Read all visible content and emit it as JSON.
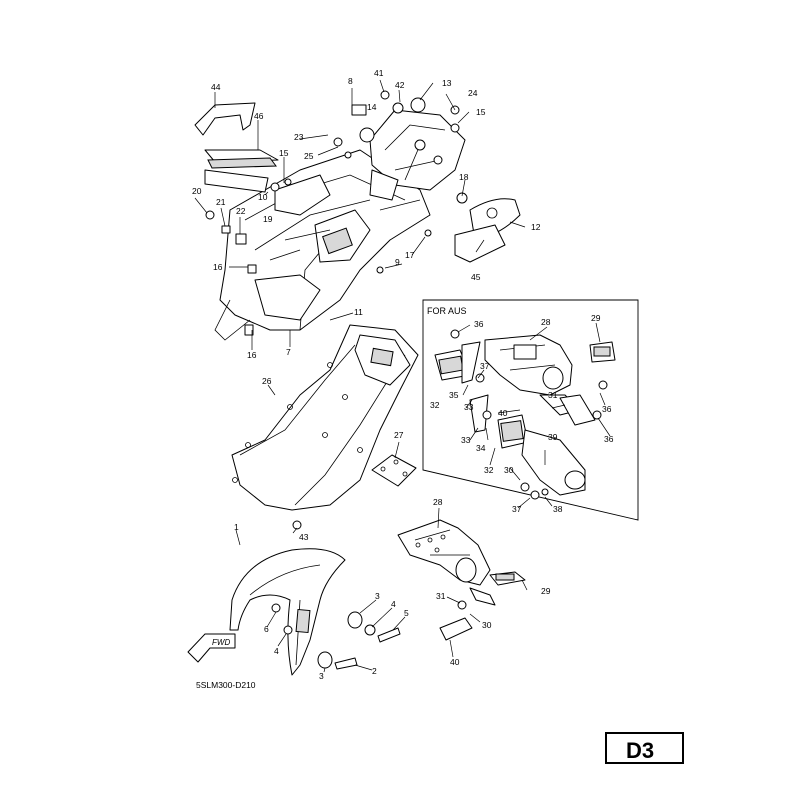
{
  "diagram": {
    "part_code": "5SLM300-D210",
    "page_label": "D3",
    "inset_title": "FOR AUS",
    "arrow_label": "FWD"
  },
  "callouts": {
    "c1": "1",
    "c2": "2",
    "c3a": "3",
    "c3b": "3",
    "c4a": "4",
    "c4b": "4",
    "c5": "5",
    "c6": "6",
    "c7": "7",
    "c8": "8",
    "c9": "9",
    "c10": "10",
    "c11": "11",
    "c12": "12",
    "c13": "13",
    "c14": "14",
    "c15a": "15",
    "c15b": "15",
    "c16a": "16",
    "c16b": "16",
    "c17": "17",
    "c18": "18",
    "c19": "19",
    "c20": "20",
    "c21": "21",
    "c22": "22",
    "c23": "23",
    "c24": "24",
    "c25": "25",
    "c26": "26",
    "c27": "27",
    "c28a": "28",
    "c28b": "28",
    "c29a": "29",
    "c29b": "29",
    "c30a": "30",
    "c30b": "30",
    "c31a": "31",
    "c31b": "31",
    "c32a": "32",
    "c32b": "32",
    "c33a": "33",
    "c33b": "33",
    "c34": "34",
    "c35": "35",
    "c36a": "36",
    "c36b": "36",
    "c36c": "36",
    "c37a": "37",
    "c37b": "37",
    "c38": "38",
    "c39": "39",
    "c40a": "40",
    "c40b": "40",
    "c41": "41",
    "c42": "42",
    "c43": "43",
    "c44": "44",
    "c45": "45",
    "c46": "46"
  }
}
